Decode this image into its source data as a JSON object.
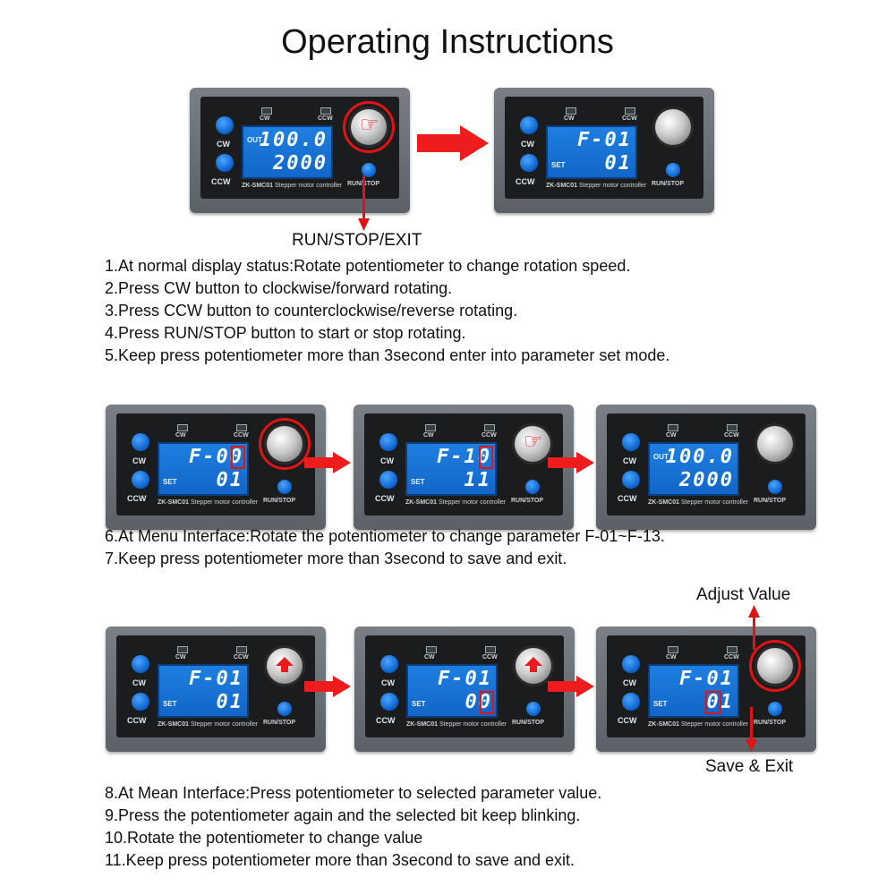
{
  "title": "Operating Instructions",
  "device": {
    "model": "ZK-SMC01",
    "subtitle": "Stepper motor controller",
    "cw_label": "CW",
    "ccw_label": "CCW",
    "run_stop_label": "RUN/STOP",
    "out_tag": "OUT",
    "set_tag": "SET"
  },
  "panels": [
    {
      "tag": "out",
      "line1": "100.0",
      "line2": "2000"
    },
    {
      "tag": "set",
      "line1": "F-01",
      "line2": "01"
    },
    {
      "tag": "set",
      "line1": "F-00",
      "line2": "01"
    },
    {
      "tag": "set",
      "line1": "F-10",
      "line2": "11"
    },
    {
      "tag": "out",
      "line1": "100.0",
      "line2": "2000"
    },
    {
      "tag": "set",
      "line1": "F-01",
      "line2": "01"
    },
    {
      "tag": "set",
      "line1": "F-01",
      "line2": "00"
    },
    {
      "tag": "set",
      "line1": "F-01",
      "line2": "01"
    }
  ],
  "callouts": {
    "run_stop_exit": "RUN/STOP/EXIT",
    "adjust_value": "Adjust Value",
    "save_exit": "Save & Exit"
  },
  "section1_steps": [
    "1.At normal display status:Rotate potentiometer to change rotation speed.",
    "2.Press CW button to clockwise/forward rotating.",
    "3.Press CCW button to counterclockwise/reverse rotating.",
    "4.Press RUN/STOP button to start or stop rotating.",
    "5.Keep press potentiometer more than 3second enter into parameter set mode."
  ],
  "section2_steps": [
    "6.At Menu Interface:Rotate the potentiometer to change parameter F-01~F-13.",
    "7.Keep press potentiometer more than 3second to save and exit."
  ],
  "section3_steps": [
    "8.At Mean Interface:Press potentiometer to selected parameter value.",
    "9.Press the potentiometer again and the selected bit keep blinking.",
    "10.Rotate the potentiometer to change value",
    "11.Keep press potentiometer more than 3second to save and exit."
  ],
  "colors": {
    "accent_red": "#e01414",
    "lcd_blue": "#1e7fe0",
    "button_blue": "#0a5fc9"
  }
}
